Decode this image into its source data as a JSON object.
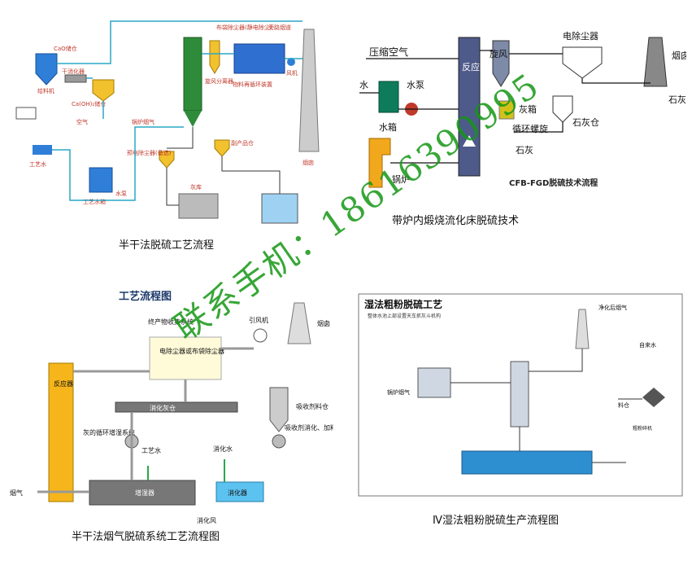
{
  "panel1": {
    "caption": "半干法脱硫工艺流程",
    "labels": {
      "cao_silo": "CaO储仓",
      "feeder": "给料机",
      "dry_digester": "干消化器",
      "caoh_silo": "Ca(OH)₂储仓",
      "air": "空气",
      "process_water": "工艺水",
      "process_tank": "工艺水箱",
      "water_pump": "水泵",
      "boiler_flue": "锅炉烟气",
      "dust_collector": "布袋除尘器(静电除尘)",
      "recirc": "物料再循环装置",
      "bypass": "旁路烟道",
      "fan": "风机",
      "stack": "烟囱",
      "separator": "旋风分离器",
      "pre_collector": "预电除尘器(备选)",
      "byproduct_silo": "副产品仓",
      "ash_silo": "灰库"
    }
  },
  "panel2": {
    "caption": "带炉内煅烧流化床脱硫技术",
    "labels": {
      "compressed_air": "压缩空气",
      "water": "水",
      "pump": "水泵",
      "tank": "水箱",
      "boiler": "锅炉",
      "reactor": "反应器",
      "cyclone": "旋风",
      "esp": "电除尘器",
      "stack": "烟囱",
      "ash_box": "灰箱",
      "screw": "循环螺旋",
      "lime": "石灰",
      "lime_silo": "石灰仓",
      "lime2": "石灰",
      "cfb_title": "CFB-FGD脱硫技术流程"
    }
  },
  "panel3": {
    "caption": "半干法烟气脱硫系统工艺流程图",
    "labels": {
      "title": "工艺流程图",
      "byproduct": "终产物收集系统",
      "induced_fan": "引风机",
      "stack": "烟囱",
      "reactor": "反应器",
      "dust": "电除尘器或布袋除尘器",
      "ash_recycle": "灰的循环增湿系统",
      "digest_silo": "消化灰仓",
      "absorbent_silo": "吸收剂料仓",
      "process_water": "工艺水",
      "digest_water": "消化水",
      "absorbent_feed": "吸收剂消化、加料系统",
      "humidifier": "增湿器",
      "digester": "消化器",
      "digest_air": "消化风",
      "flue_gas": "烟气"
    }
  },
  "panel4": {
    "caption": "Ⅳ湿法粗粉脱硫生产流程图",
    "labels": {
      "title": "湿法粗粉脱硫工艺",
      "subtitle": "整体水池上部设置天车抓灰斗机构",
      "flue": "锅炉烟气",
      "clean": "净化后烟气",
      "tap_water": "自来水",
      "material_bin": "料仓",
      "crusher": "粗粉碎机"
    }
  },
  "watermark": {
    "phone_text": "联系手机：18616390995"
  }
}
